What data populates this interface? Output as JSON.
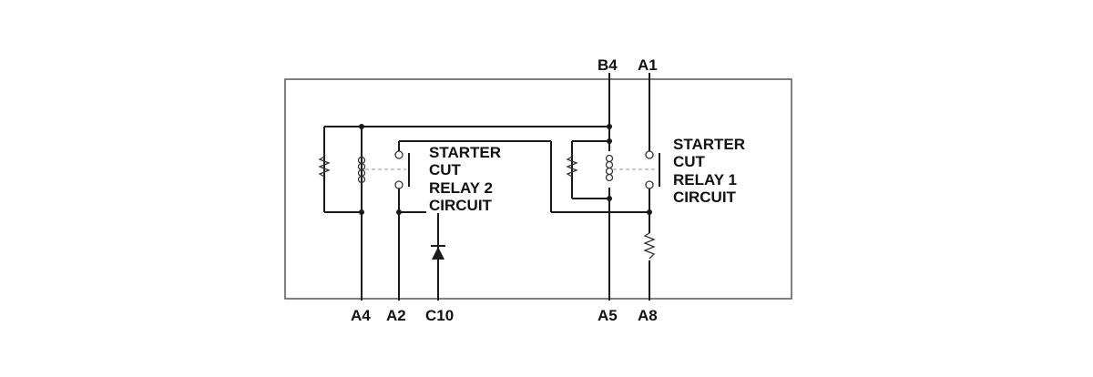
{
  "pins_top": {
    "b4": "B4",
    "a1": "A1"
  },
  "pins_bottom": {
    "a4": "A4",
    "a2": "A2",
    "c10": "C10",
    "a5": "A5",
    "a8": "A8"
  },
  "relay2": {
    "line1": "STARTER",
    "line2": "CUT",
    "line3": "RELAY 2",
    "line4": "CIRCUIT"
  },
  "relay1": {
    "line1": "STARTER",
    "line2": "CUT",
    "line3": "RELAY 1",
    "line4": "CIRCUIT"
  },
  "colors": {
    "wire": "#1a1a1a",
    "frame": "#555555",
    "mechanical_link": "#aaaaaa"
  }
}
